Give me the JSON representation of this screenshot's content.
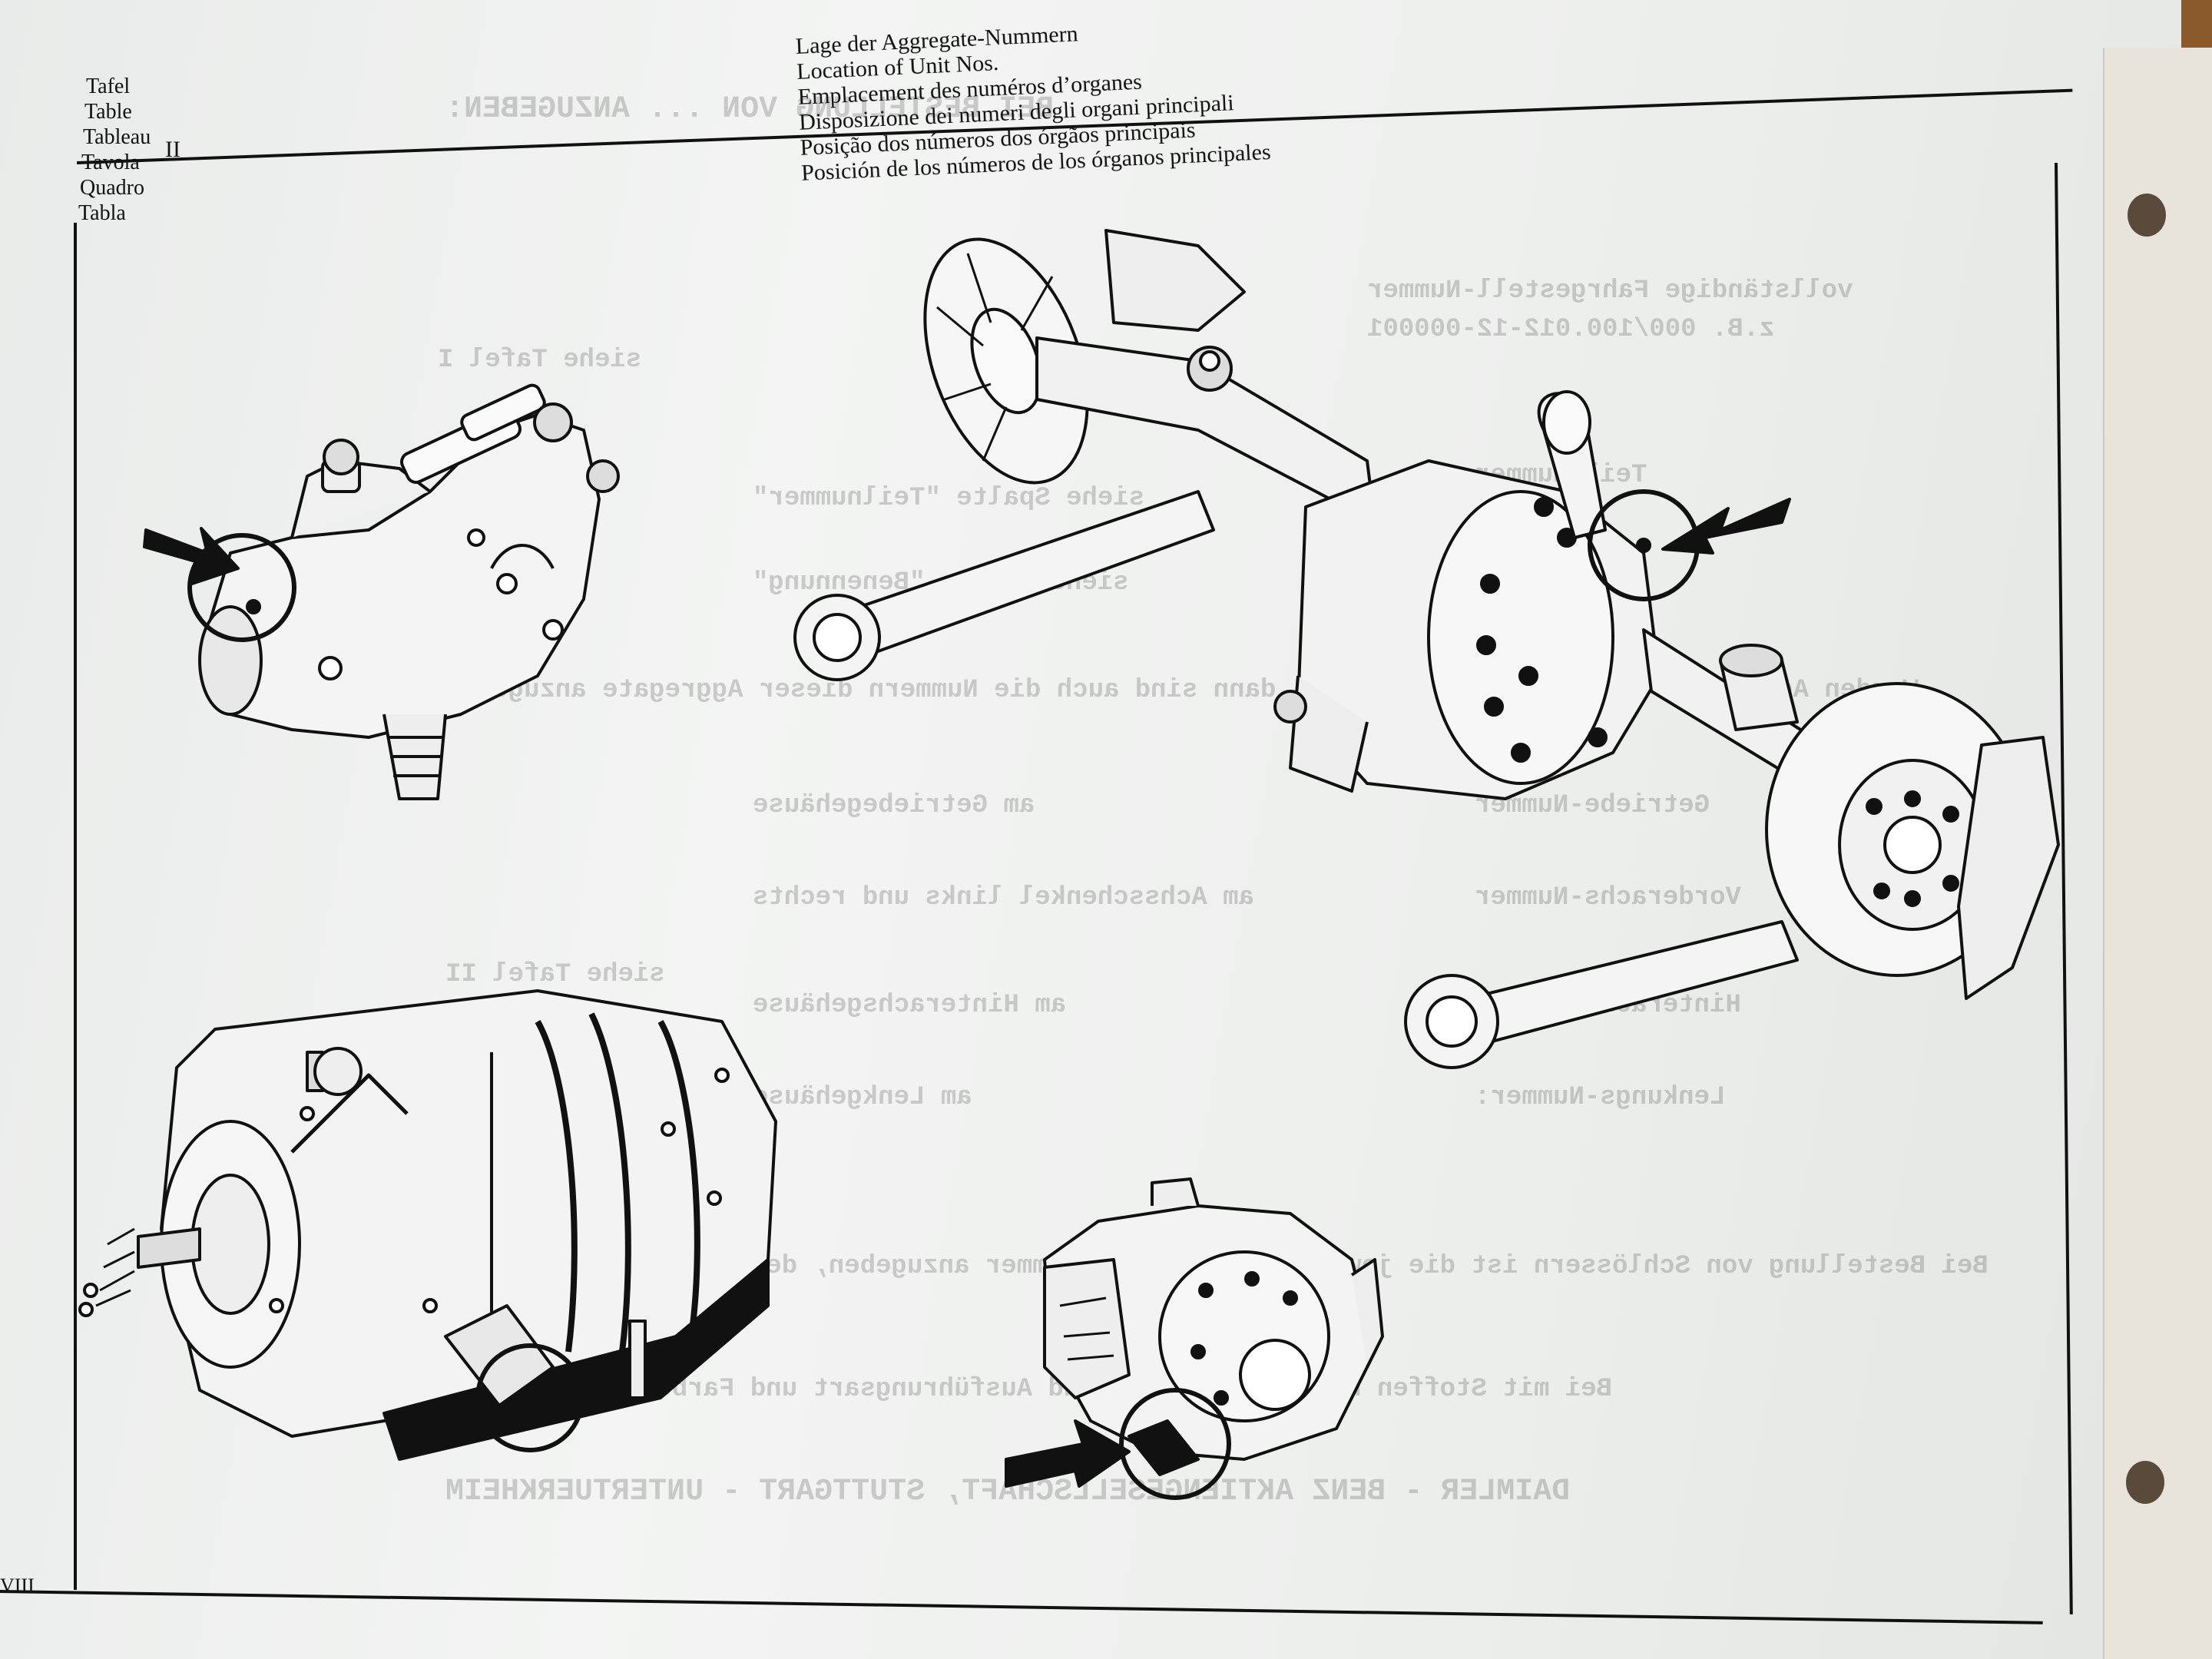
{
  "plate": {
    "labels": [
      "Tafel",
      "Table",
      "Tableau",
      "Tavola",
      "Quadro",
      "Tabla"
    ],
    "number": "II"
  },
  "titles": [
    "Lage der Aggregate-Nummern",
    "Location of Unit Nos.",
    "Emplacement des numéros d’organes",
    "Disposizione dei numeri degli organi principali",
    "Posição dos números dos órgãos principais",
    "Posición de los números de los órganos principales"
  ],
  "page_number": "VIII",
  "illustrations": [
    {
      "name": "steering-gear-illustration",
      "marker": "arrow-circle"
    },
    {
      "name": "rear-axle-illustration",
      "marker": "arrow-circle"
    },
    {
      "name": "transmission-illustration",
      "marker": "circle"
    },
    {
      "name": "front-hub-brake-illustration",
      "marker": "arrow-circle"
    }
  ],
  "show_through": {
    "heading": "BEI BESTELLUNG VON ... ANZUGEBEN:",
    "chassis_label": "vollständige Fahrgestell-Nummer",
    "chassis_example": "z.B. 000/100.012-12-000001",
    "see_plate_1": "siehe Tafel I",
    "part_no": "Teil-Nummer",
    "see_col_part": "siehe Spalte \"Teilnummer\"",
    "see_col_name": "siehe Spalte \"Benennung\"",
    "units_sentence": "Werden Aggregate für Aggregate bestellt, dann sind auch die Nummern dieser Aggregate anzugeben",
    "gearbox_no": "Getriebe-Nummer",
    "at_gearbox": "am Getriebegehäuse",
    "front_axle_no": "Vorderachs-Nummer",
    "at_steering_knuckle": "am Achsschenkel links und rechts",
    "see_plate_2": "siehe Tafel II",
    "rear_axle_no": "Hinterachs-Nummer",
    "at_rear_axle": "am Hinterachsgehäuse",
    "steering_no": "Lenkungs-Nummer:",
    "at_steering": "am Lenkgehäuse",
    "lock_sentence": "Bei Bestellung von Schlössern ist die jeweilige Schlüssel-Nummer anzugeben, dem Türgriffgehäuse.",
    "fabric_sentence": "Bei mit Stoffen bzw. Lederbezug sind Ausführungsart und Farbe anzugeben.",
    "footer_1": "DAIMLER - BENZ AKTIENGESELLSCHAFT, STUTTGART - UNTERTUERKHEIM"
  }
}
